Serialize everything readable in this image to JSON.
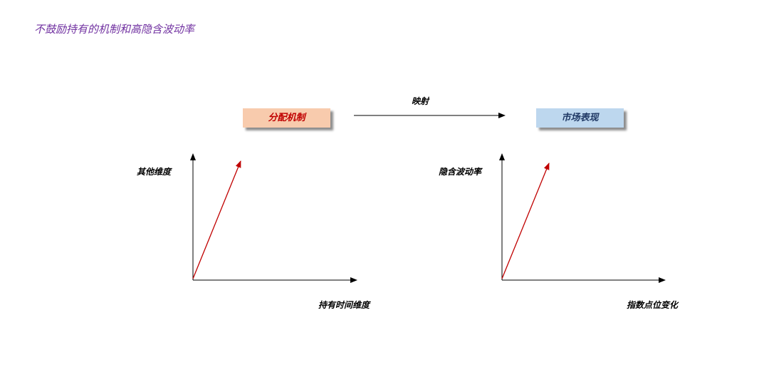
{
  "title": "不鼓励持有的机制和高隐含波动率",
  "colors": {
    "title": "#7030a0",
    "left_box_bg": "#f8cbad",
    "left_box_text": "#c00000",
    "right_box_bg": "#bdd7ee",
    "right_box_text": "#1f3864",
    "vector": "#c00000",
    "axis": "#000000"
  },
  "mapping": {
    "arrow_label": "映射",
    "source_box": "分配机制",
    "target_box": "市场表现"
  },
  "left_chart": {
    "y_axis_label": "其他维度",
    "x_axis_label": "持有时间维度"
  },
  "right_chart": {
    "y_axis_label": "隐含波动率",
    "x_axis_label": "指数点位变化"
  }
}
